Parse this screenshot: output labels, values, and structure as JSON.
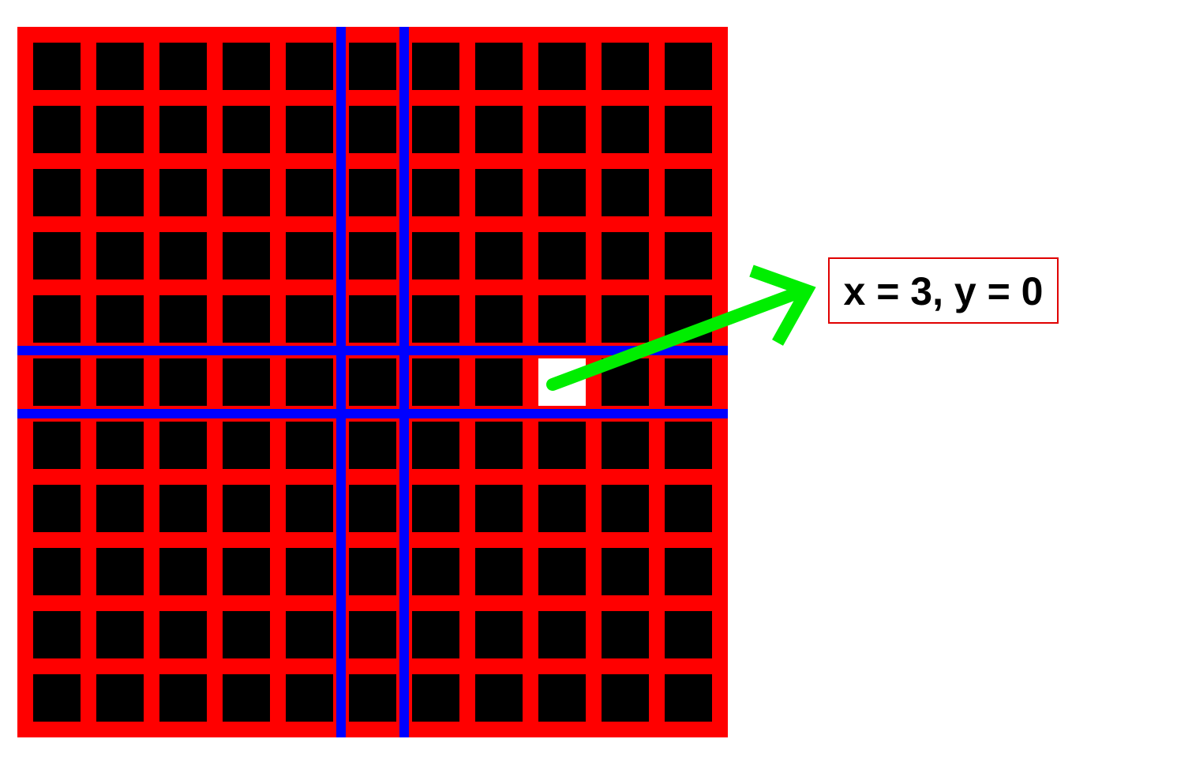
{
  "diagram": {
    "grid": {
      "columns": 11,
      "rows": 11,
      "cell_color": "#000000",
      "gridline_color": "#ff0000",
      "highlight_color": "#ffffff",
      "highlight_cell": {
        "column": 8,
        "row": 5
      }
    },
    "crosshair": {
      "color": "#0000ff",
      "column_boundaries": [
        5,
        6
      ],
      "row_boundaries": [
        5,
        6
      ]
    },
    "arrow": {
      "color": "#00ee00",
      "from": "highlight-cell",
      "to": "coordinate-label"
    },
    "label": {
      "text": "x = 3, y = 0",
      "border_color": "#e00000"
    }
  }
}
